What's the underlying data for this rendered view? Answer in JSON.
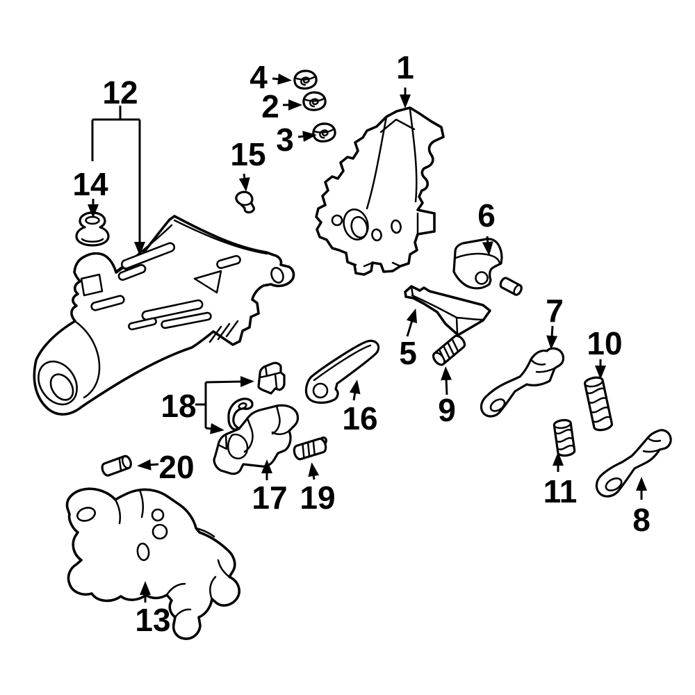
{
  "diagram": {
    "kind": "exploded-parts-diagram",
    "subject": "steering column assembly parts",
    "background_color": "#ffffff",
    "line_color": "#000000",
    "highlight_color": "#3a63c1",
    "highlighted_callout": "5",
    "callouts": [
      {
        "number": "1",
        "part_name": "upper-mounting-bracket",
        "highlighted": false
      },
      {
        "number": "2",
        "part_name": "cap",
        "highlighted": false
      },
      {
        "number": "3",
        "part_name": "cap",
        "highlighted": false
      },
      {
        "number": "4",
        "part_name": "cap",
        "highlighted": false
      },
      {
        "number": "5",
        "part_name": "wedge-plate",
        "highlighted": true
      },
      {
        "number": "6",
        "part_name": "pivot-bracket-with-pin",
        "highlighted": false
      },
      {
        "number": "7",
        "part_name": "release-lever",
        "highlighted": false
      },
      {
        "number": "8",
        "part_name": "release-lever",
        "highlighted": false
      },
      {
        "number": "9",
        "part_name": "coil-spring",
        "highlighted": false
      },
      {
        "number": "10",
        "part_name": "coil-spring",
        "highlighted": false
      },
      {
        "number": "11",
        "part_name": "coil-spring",
        "highlighted": false
      },
      {
        "number": "12",
        "part_name": "column-housing",
        "highlighted": false
      },
      {
        "number": "13",
        "part_name": "support-bracket",
        "highlighted": false
      },
      {
        "number": "14",
        "part_name": "bushing",
        "highlighted": false
      },
      {
        "number": "15",
        "part_name": "bolt",
        "highlighted": false
      },
      {
        "number": "16",
        "part_name": "link-arm",
        "highlighted": false
      },
      {
        "number": "17",
        "part_name": "lock-housing",
        "highlighted": false
      },
      {
        "number": "18",
        "part_name": "pawl-and-block-kit",
        "highlighted": false
      },
      {
        "number": "19",
        "part_name": "spring-screw",
        "highlighted": false
      },
      {
        "number": "20",
        "part_name": "roll-pin",
        "highlighted": false
      }
    ]
  }
}
